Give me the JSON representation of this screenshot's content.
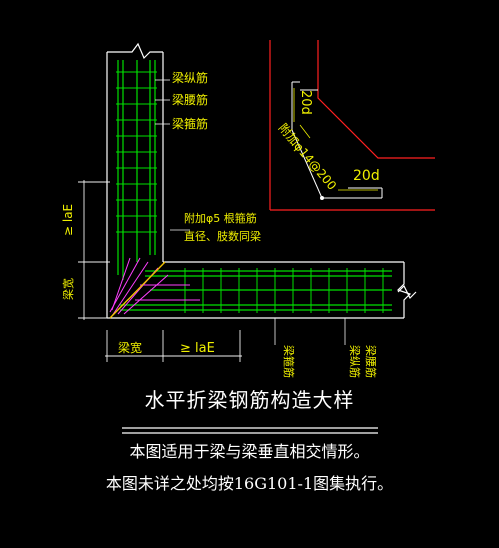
{
  "drawing": {
    "labels": {
      "long_rebar": "梁纵筋",
      "waist_rebar": "梁腰筋",
      "stirrup": "梁箍筋",
      "addl_stirrup_line1": "附加φ5 根箍筋",
      "addl_stirrup_line2": "直径、肢数同梁",
      "lae_vertical": "≥ laE",
      "beam_width_vertical": "梁宽",
      "beam_width_bottom": "梁宽",
      "lae_bottom": "≥ laE",
      "bottom_stirrup": "梁箍筋",
      "bottom_long_rebar": "梁纵筋",
      "bottom_waist_rebar": "梁腰筋"
    },
    "detail_labels": {
      "top_20d": "20d",
      "side_20d": "20d",
      "diagonal": "附加φ14@200"
    }
  },
  "title": "水平折梁钢筋构造大样",
  "notes": [
    "本图适用于梁与梁垂直相交情形。",
    "本图未详之处均按16G101-1图集执行。"
  ]
}
